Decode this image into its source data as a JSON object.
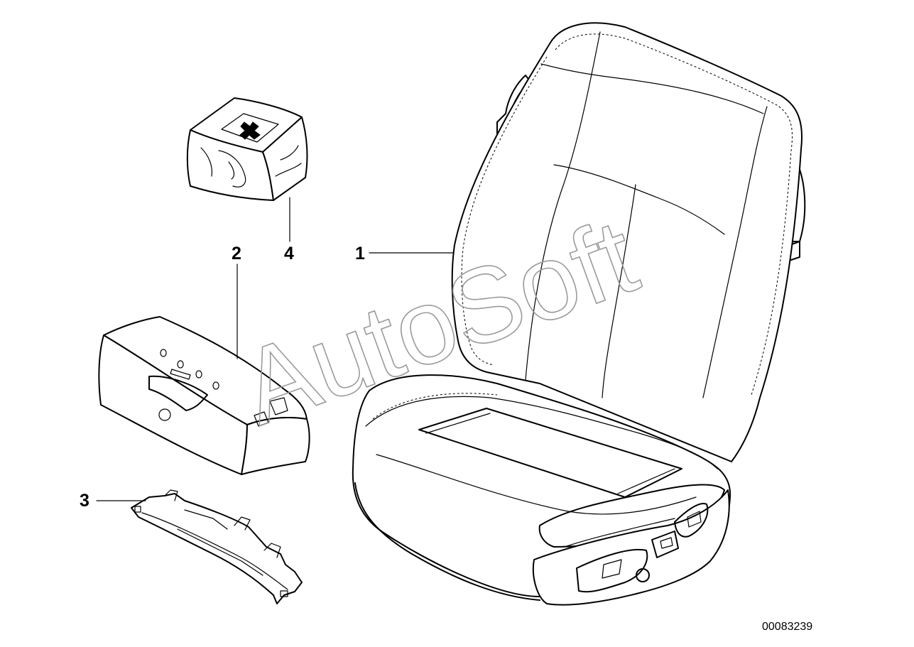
{
  "callouts": {
    "seat": "1",
    "case": "2",
    "bracket": "3",
    "first_aid_kit": "4"
  },
  "watermark": "AutoSoft",
  "doc_number": "00083239",
  "colors": {
    "line": "#000000",
    "watermark": "#9a9a9a",
    "background": "#ffffff"
  }
}
